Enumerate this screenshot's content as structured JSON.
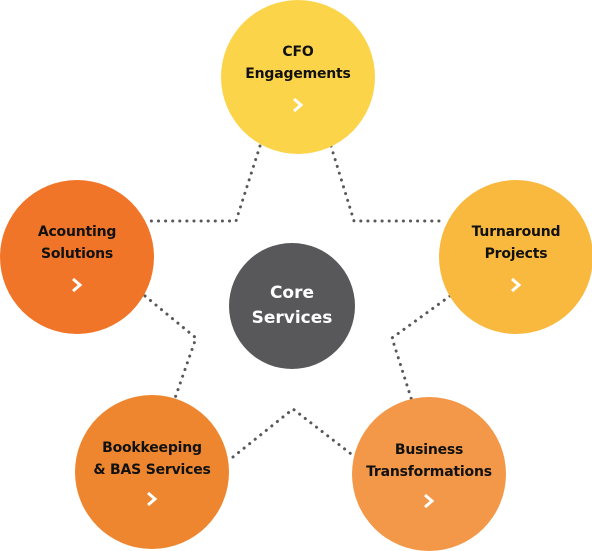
{
  "center": {
    "line1": "Core",
    "line2": "Services",
    "color": "#58585a"
  },
  "services": [
    {
      "line1": "CFO",
      "line2": "Engagements",
      "color": "#fcd44a",
      "icon": "chevron-right-icon"
    },
    {
      "line1": "Turnaround",
      "line2": "Projects",
      "color": "#f9b93f",
      "icon": "chevron-right-icon"
    },
    {
      "line1": "Business",
      "line2": "Transformations",
      "color": "#f39848",
      "icon": "chevron-right-icon"
    },
    {
      "line1": "Bookkeeping",
      "line2": "& BAS Services",
      "color": "#ee8630",
      "icon": "chevron-right-icon"
    },
    {
      "line1": "Acounting",
      "line2": "Solutions",
      "color": "#f07528",
      "icon": "chevron-right-icon"
    }
  ],
  "connector_color": "#58585a"
}
